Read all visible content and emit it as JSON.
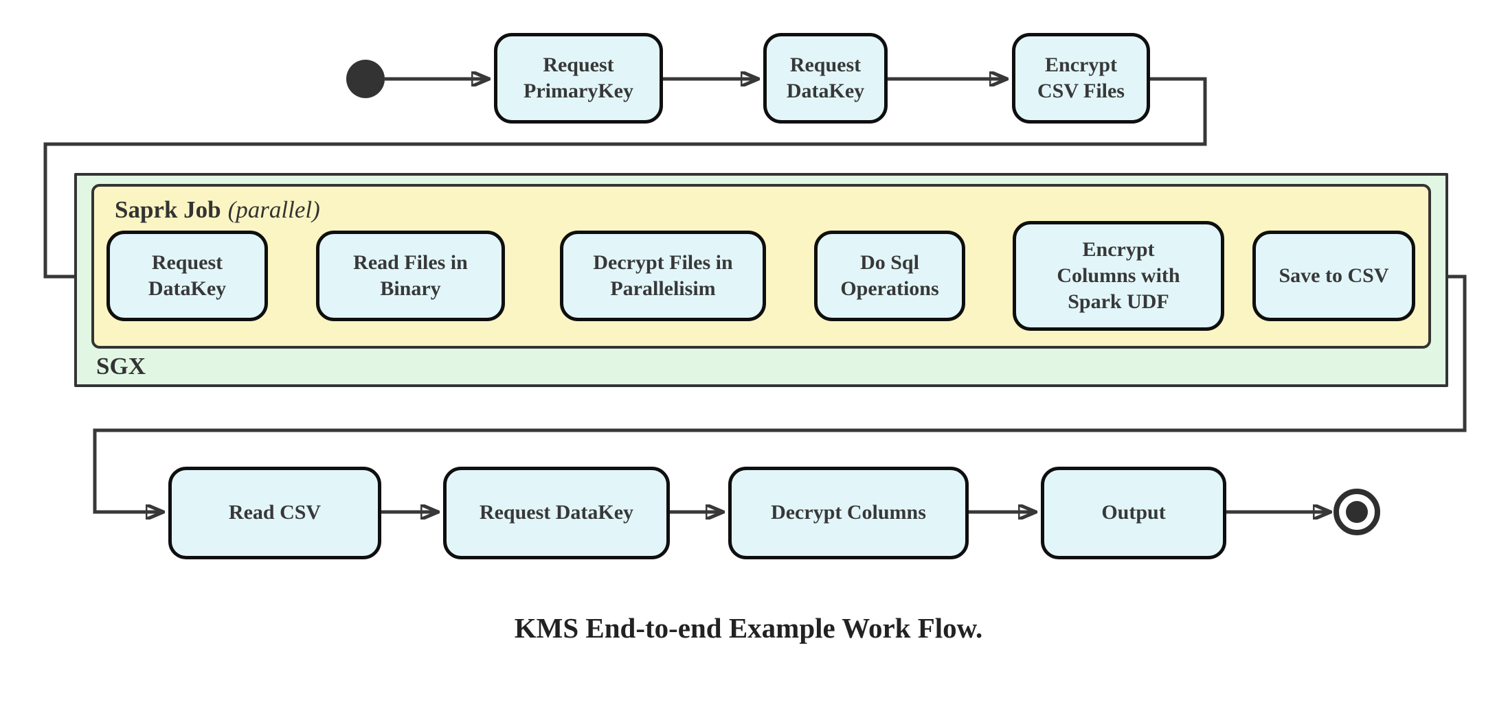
{
  "diagram": {
    "caption": "KMS End-to-end Example Work Flow.",
    "colors": {
      "node_fill": "#e2f6fa",
      "node_border": "#0f0f0f",
      "spark_container_fill": "#fbf5c3",
      "sgx_container_fill": "#e1f7e4",
      "edge_line": "#383838",
      "start_state_fill": "#333333"
    }
  },
  "containers": {
    "sgx": {
      "label": "SGX"
    },
    "spark": {
      "label": "Saprk Job",
      "label_suffix": "(parallel)"
    }
  },
  "nodes": {
    "t1": {
      "label": "Request\nPrimaryKey"
    },
    "t2": {
      "label": "Request\nDataKey"
    },
    "t3": {
      "label": "Encrypt\nCSV Files"
    },
    "s1": {
      "label": "Request\nDataKey"
    },
    "s2": {
      "label": "Read Files in\nBinary"
    },
    "s3": {
      "label": "Decrypt Files in\nParallelisim"
    },
    "s4": {
      "label": "Do Sql\nOperations"
    },
    "s5": {
      "label": "Encrypt\nColumns with\nSpark UDF"
    },
    "s6": {
      "label": "Save to CSV"
    },
    "b1": {
      "label": "Read CSV"
    },
    "b2": {
      "label": "Request DataKey"
    },
    "b3": {
      "label": "Decrypt Columns"
    },
    "b4": {
      "label": "Output"
    }
  }
}
